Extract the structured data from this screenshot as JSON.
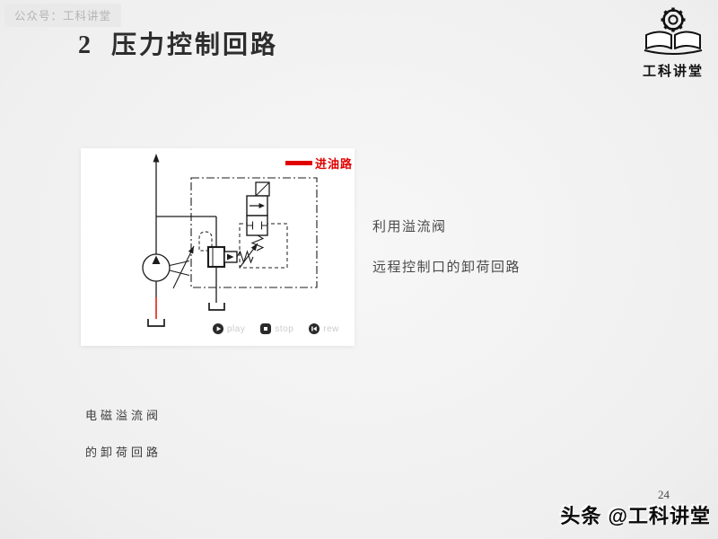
{
  "badge": {
    "text": "公众号：工科讲堂"
  },
  "title": {
    "text": "2  压力控制回路"
  },
  "logo": {
    "text": "工科讲堂"
  },
  "diagram": {
    "legend": {
      "label": "进油路",
      "color": "#e00000"
    },
    "controls": [
      {
        "id": "play",
        "label": "play"
      },
      {
        "id": "stop",
        "label": "stop"
      },
      {
        "id": "rew",
        "label": "rew"
      }
    ]
  },
  "annotations": {
    "right_line1": "利用溢流阀",
    "right_line2": "远程控制口的卸荷回路",
    "left_line1": "电磁溢流阀",
    "left_line2": "的卸荷回路"
  },
  "footer": {
    "page_number": "24",
    "watermark": "头条 @工科讲堂"
  },
  "colors": {
    "accent_red": "#e00000",
    "line": "#1c1c1c",
    "background": "#f1f1f1"
  }
}
